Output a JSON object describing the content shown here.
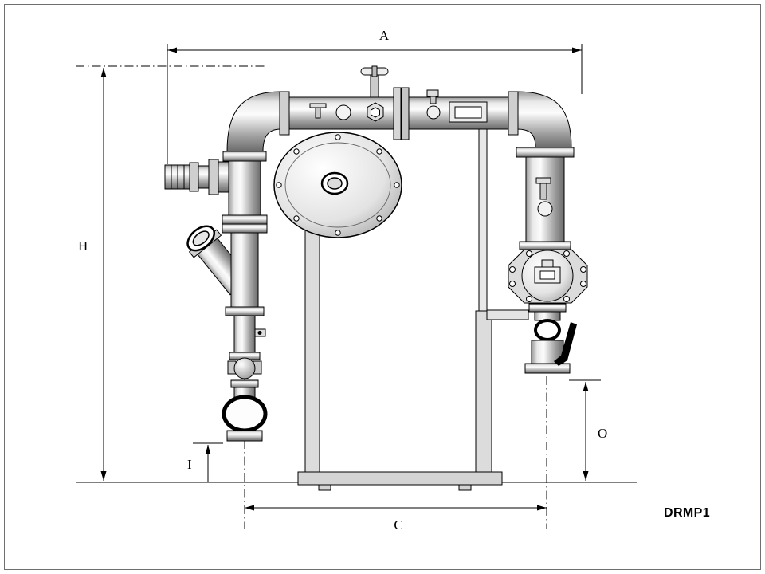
{
  "drawing_code": "DRMP1",
  "dimensions": {
    "overall_width": "A",
    "overall_height": "H",
    "footprint_width": "C",
    "suction_outlet_height": "I",
    "discharge_outlet_height": "O"
  },
  "colors": {
    "line": "#000000",
    "background": "#ffffff",
    "metal_highlight": "#fcfcfc",
    "metal_shadow": "#6b6b6b",
    "frame_gray": "#dcdcdc"
  }
}
